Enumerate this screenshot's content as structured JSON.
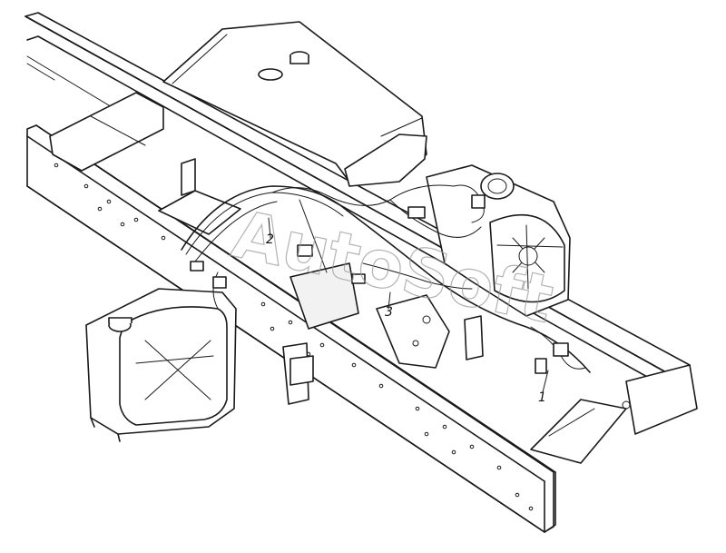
{
  "diagram": {
    "callouts": [
      {
        "id": "1",
        "text": "1"
      },
      {
        "id": "2",
        "text": "2"
      },
      {
        "id": "3",
        "text": "3"
      }
    ],
    "watermark": "AutoSoft",
    "colors": {
      "line": "#1a1a1a",
      "watermark": "#9a9a9a",
      "background": "#ffffff"
    }
  }
}
